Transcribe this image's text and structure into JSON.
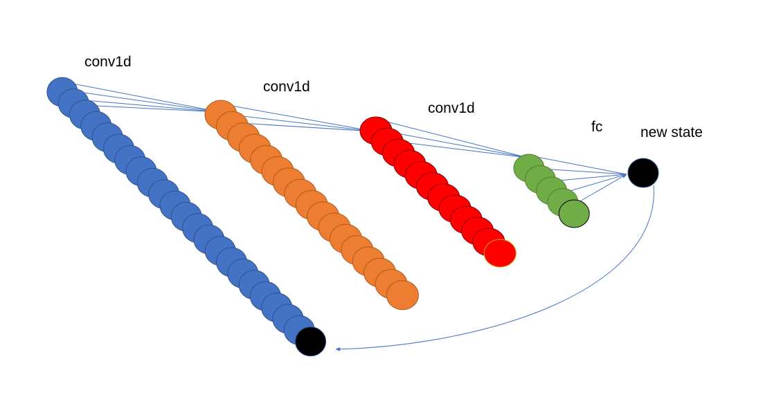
{
  "labels": {
    "layer1": "conv1d",
    "layer2": "conv1d",
    "layer3": "conv1d",
    "layer4": "fc",
    "output": "new state"
  },
  "layers": [
    {
      "name": "input-layer",
      "count": 23,
      "fill": "#4472C4",
      "stroke": "#2F528F",
      "last_fill": "#000000"
    },
    {
      "name": "conv1d-layer-1",
      "count": 17,
      "fill": "#ED7D31",
      "stroke": "#AE5A21"
    },
    {
      "name": "conv1d-layer-2",
      "count": 12,
      "fill": "#FF0000",
      "stroke": "#8B0000",
      "last_stroke": "#C9A400"
    },
    {
      "name": "fc-layer",
      "count": 5,
      "fill": "#70AD47",
      "stroke": "#507E32"
    },
    {
      "name": "new-state-node",
      "count": 1,
      "fill": "#000000",
      "stroke": "#2F528F"
    }
  ],
  "colors": {
    "connector": "#4472C4",
    "node_stroke": "#2F528F"
  }
}
